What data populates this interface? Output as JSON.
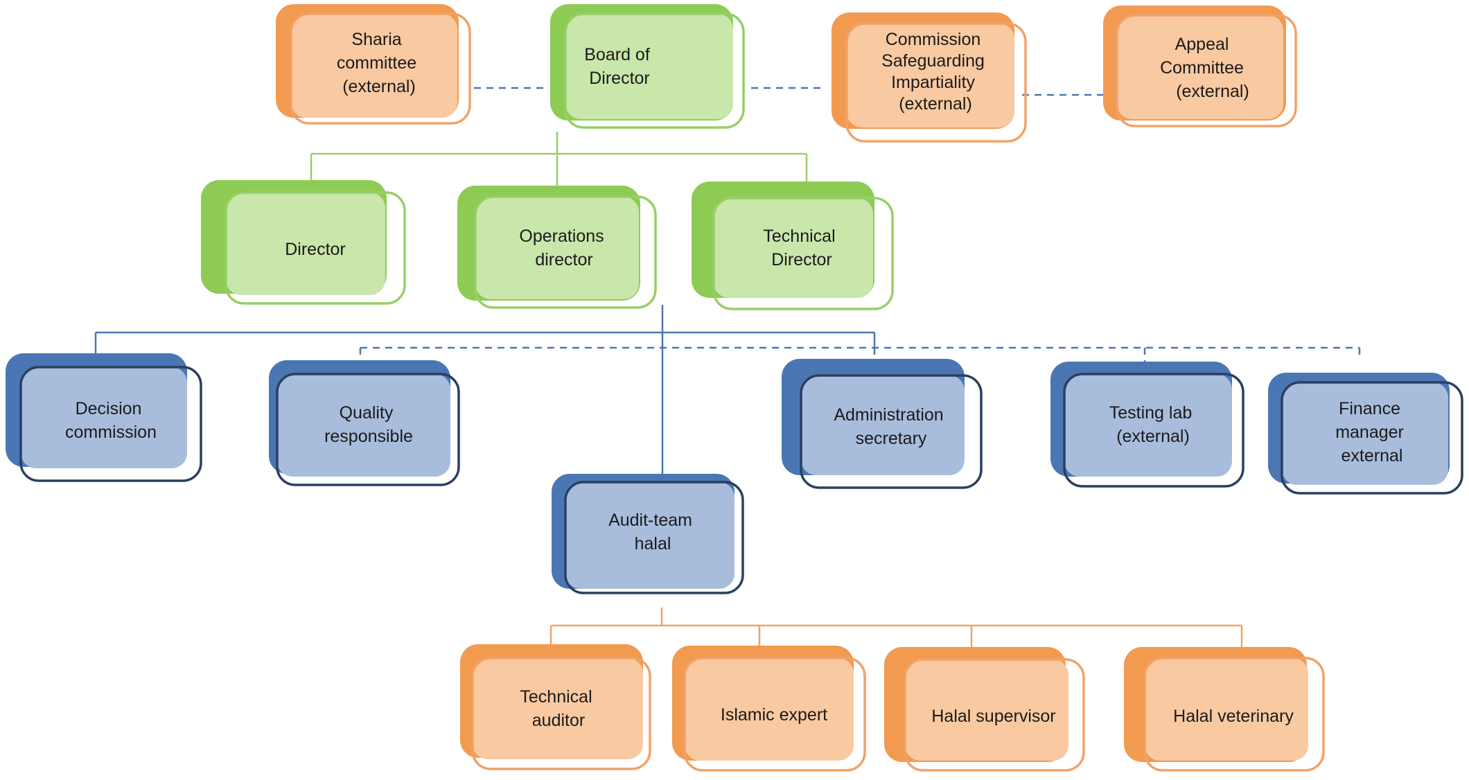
{
  "colors": {
    "orange": {
      "dark": "#f29a50",
      "light": "#f9c9a1",
      "outline": "#f0a26a"
    },
    "green": {
      "dark": "#8ecb55",
      "light": "#c9e6ab",
      "outline": "#95cf66"
    },
    "blue": {
      "dark": "#4a77b4",
      "light": "#a8bddc",
      "outline": "#2b3f5e"
    },
    "line_green": "#9acd6e",
    "line_blue": "#4a77b4",
    "line_orange": "#f0a26a"
  },
  "nodes": {
    "sharia": {
      "lines": [
        "Sharia",
        "committee",
        "(external)"
      ],
      "color": "orange"
    },
    "board": {
      "lines": [
        "Board of",
        "Director"
      ],
      "color": "green"
    },
    "commission": {
      "lines": [
        "Commission",
        "Safeguarding",
        "Impartiality",
        "(external)"
      ],
      "color": "orange"
    },
    "appeal": {
      "lines": [
        "Appeal",
        "Committee",
        "(external)"
      ],
      "color": "orange"
    },
    "director": {
      "lines": [
        "Director"
      ],
      "color": "green"
    },
    "operations": {
      "lines": [
        "Operations",
        "director"
      ],
      "color": "green"
    },
    "technical_dir": {
      "lines": [
        "Technical",
        "Director"
      ],
      "color": "green"
    },
    "decision": {
      "lines": [
        "Decision",
        "commission"
      ],
      "color": "blue"
    },
    "quality": {
      "lines": [
        "Quality",
        "responsible"
      ],
      "color": "blue"
    },
    "admin": {
      "lines": [
        "Administration",
        "secretary"
      ],
      "color": "blue"
    },
    "testing": {
      "lines": [
        "Testing lab",
        "(external)"
      ],
      "color": "blue"
    },
    "finance": {
      "lines": [
        "Finance",
        "manager",
        "external"
      ],
      "color": "blue"
    },
    "audit": {
      "lines": [
        "Audit-team",
        "halal"
      ],
      "color": "blue"
    },
    "tech_auditor": {
      "lines": [
        "Technical",
        "auditor"
      ],
      "color": "orange"
    },
    "islamic": {
      "lines": [
        "Islamic expert"
      ],
      "color": "orange"
    },
    "supervisor": {
      "lines": [
        "Halal supervisor"
      ],
      "color": "orange"
    },
    "veterinary": {
      "lines": [
        "Halal veterinary"
      ],
      "color": "orange"
    }
  }
}
